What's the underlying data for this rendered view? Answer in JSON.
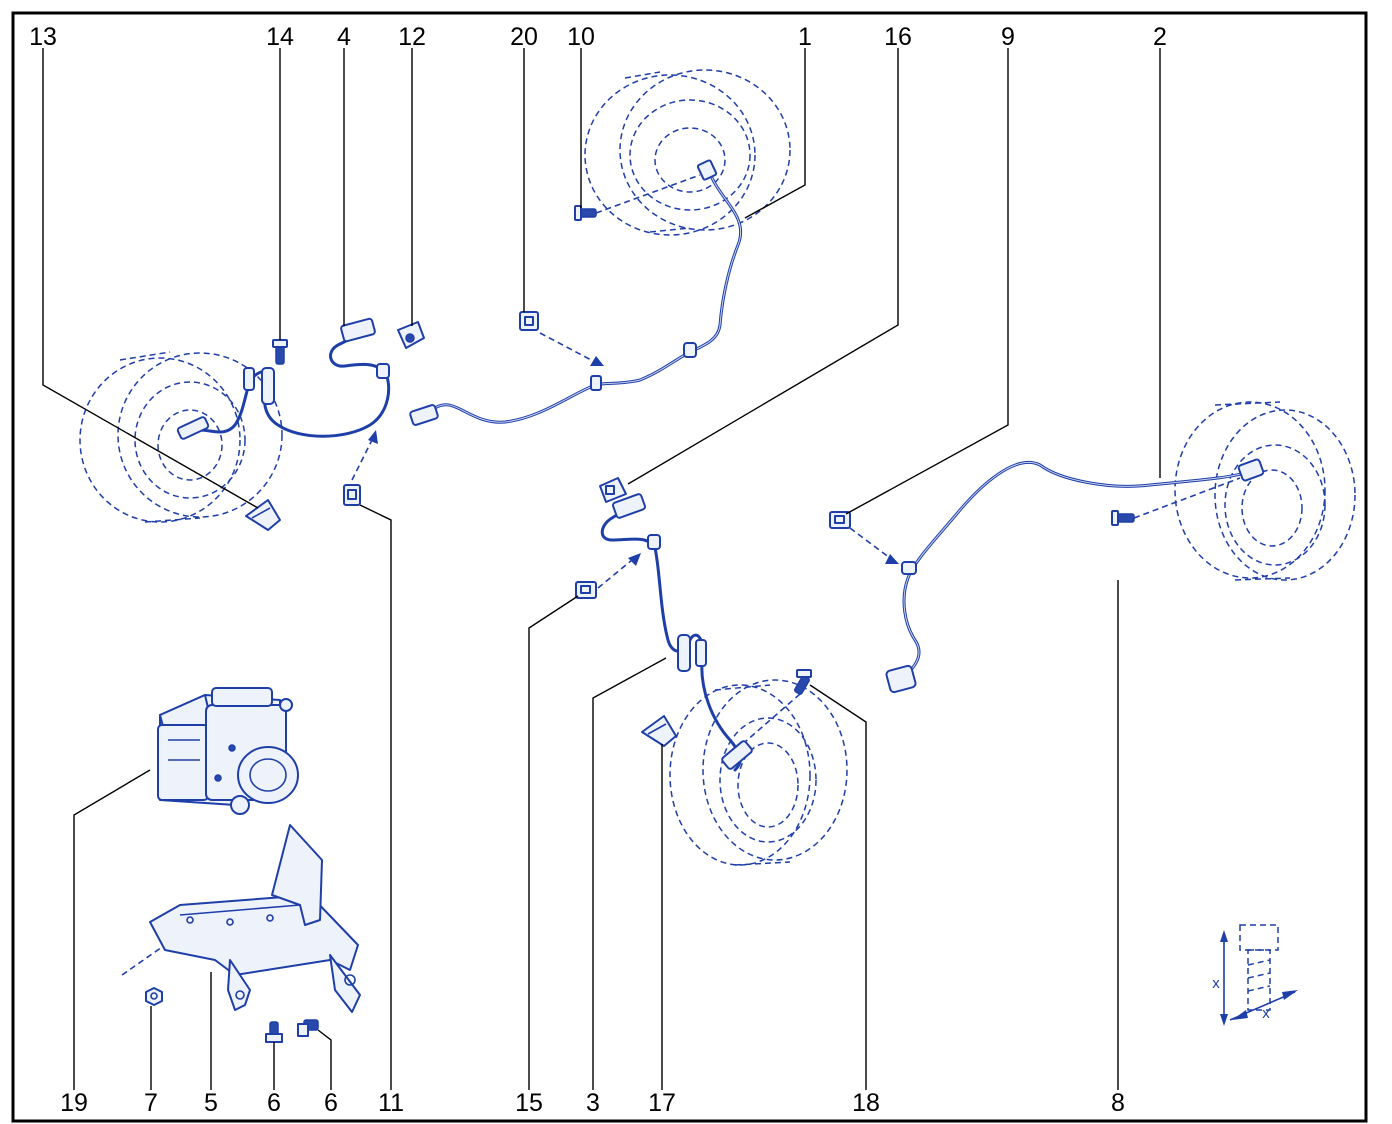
{
  "labels": {
    "top": [
      "13",
      "14",
      "4",
      "12",
      "20",
      "10",
      "1",
      "16",
      "9",
      "2"
    ],
    "bottom": [
      "19",
      "7",
      "5",
      "6",
      "6",
      "11",
      "15",
      "3",
      "17",
      "18",
      "8"
    ]
  },
  "legend": {
    "dimension_mark": "x"
  },
  "colors": {
    "line_art": "#1f3fa8",
    "leader": "#000000",
    "frame": "#000000"
  }
}
